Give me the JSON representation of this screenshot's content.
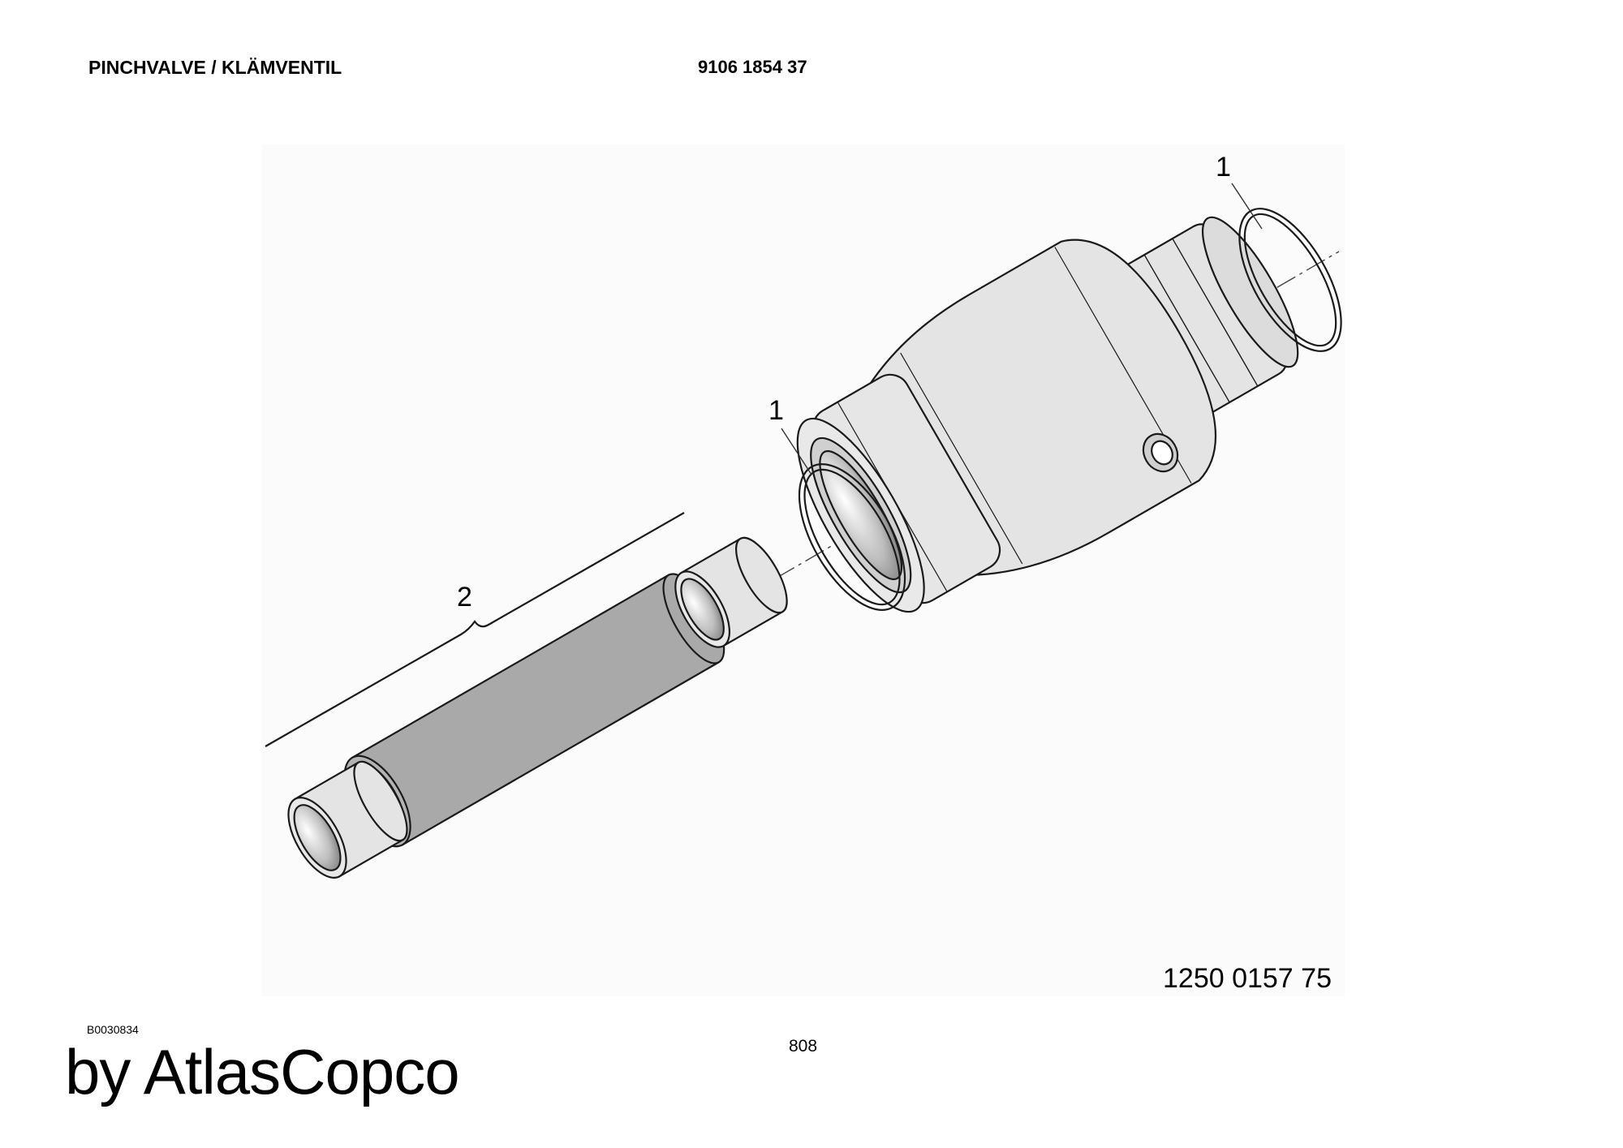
{
  "header": {
    "title": "PINCHVALVE / KLÄMVENTIL",
    "part_number": "9106 1854 37"
  },
  "diagram": {
    "callouts": [
      "1",
      "1",
      "2"
    ]
  },
  "footer": {
    "reference_number": "1250 0157 75",
    "drawing_id": "B0030834",
    "page_number": "808",
    "brand": "by AtlasCopco"
  },
  "colors": {
    "body_fill": "#e2e2e2",
    "sleeve_fill": "#a9a9a9",
    "line": "#1a1a1a",
    "background_panel": "#fbfbfb"
  }
}
